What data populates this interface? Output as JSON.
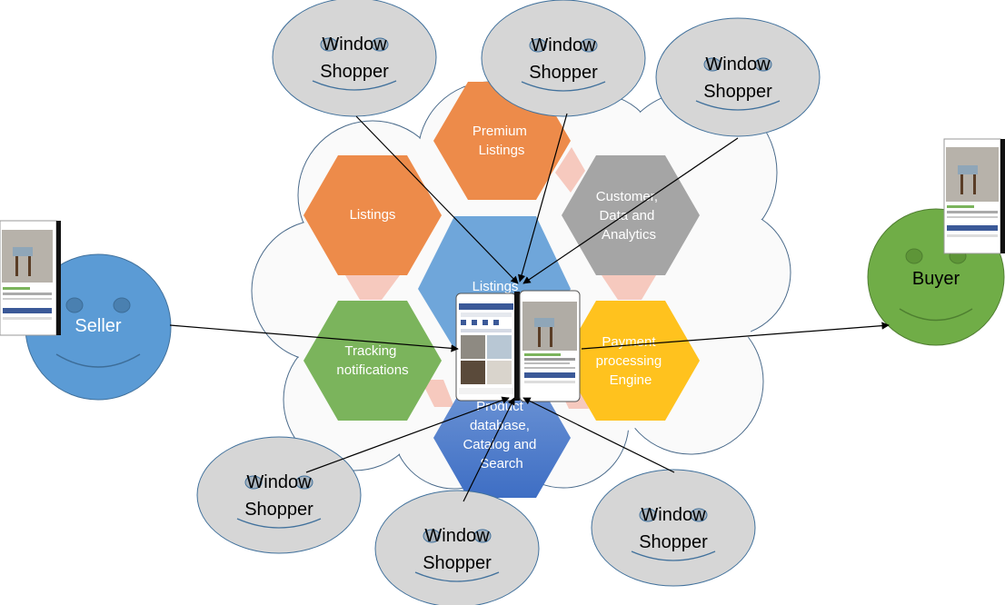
{
  "colors": {
    "orange": "#ED8B4A",
    "gray": "#A5A5A5",
    "blue": "#6FA6DA",
    "green": "#7BB45C",
    "yellow": "#FFC21E",
    "darkblue": "#5A85C8",
    "seller": "#5B9BD5",
    "buyer": "#70AD47",
    "shopper": "#D6D6D6"
  },
  "hexagons": {
    "premium": [
      "Premium",
      "Listings"
    ],
    "listings": [
      "Listings"
    ],
    "customer": [
      "Customer,",
      "Data and",
      "Analytics"
    ],
    "center": [
      "Listings"
    ],
    "tracking": [
      "Tracking",
      "notifications"
    ],
    "payment": [
      "Payment",
      "processing",
      "Engine"
    ],
    "product": [
      "Product",
      "database,",
      "Catalog and",
      "Search"
    ]
  },
  "actors": {
    "seller": "Seller",
    "buyer": "Buyer"
  },
  "shoppers": {
    "line1": "Window",
    "line2": "Shopper"
  }
}
